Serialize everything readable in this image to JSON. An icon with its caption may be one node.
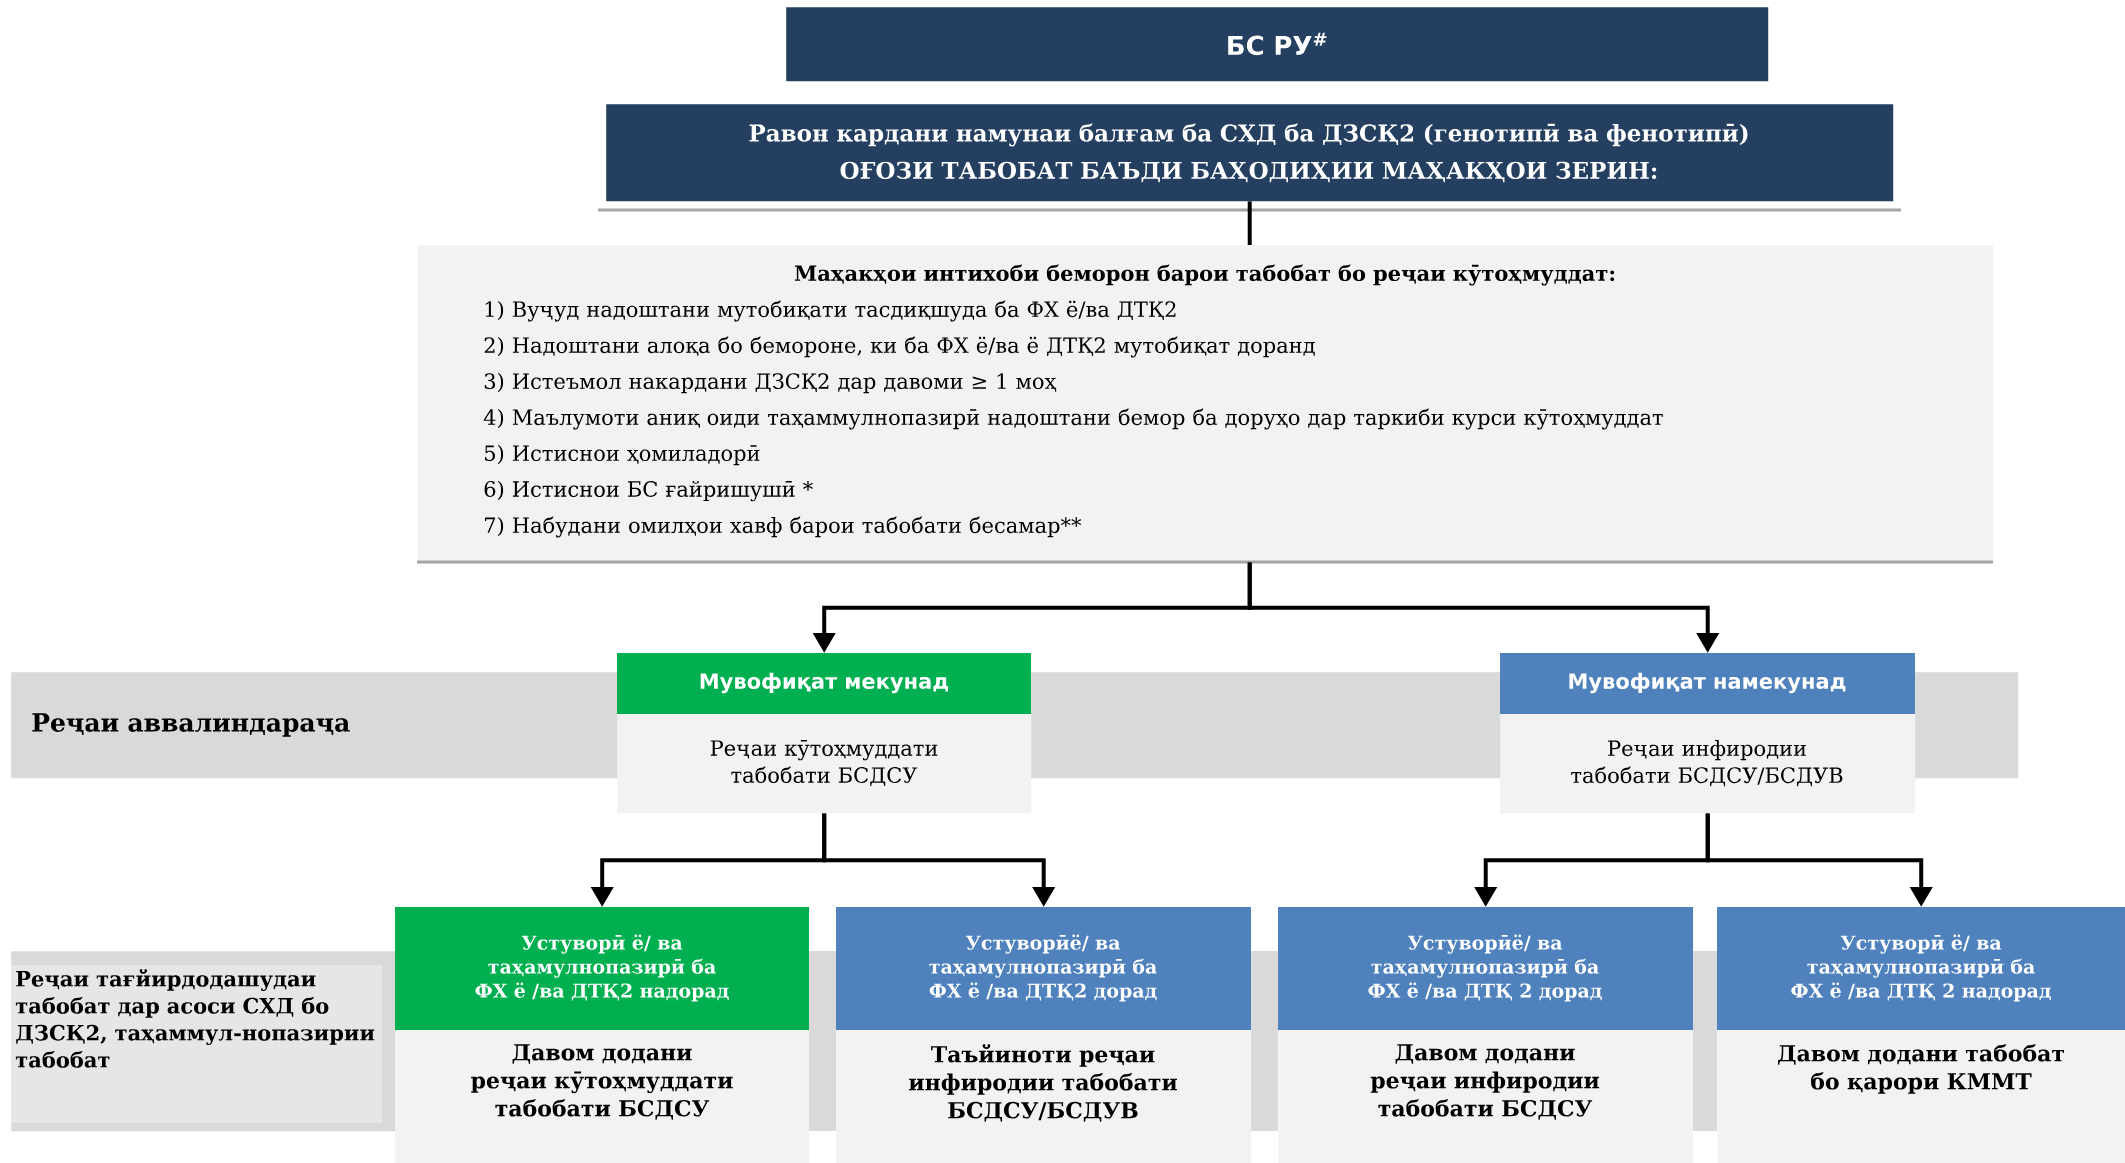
{
  "diagram": {
    "nodes": [
      {
        "text": [
          "БС РУ$^{#}$"
        ]
      },
      {
        "text": [
          "Равон кардани намунаи балғам ба СХД ба ДЗСҚ2 (генотипӣ ва фенотипӣ)",
          "ОҒОЗИ ТАБОБАТ БАЪДИ БАҲОДИҲИИ МАҲАКҲОИ ЗЕРИН:"
        ]
      },
      {
        "text": [
          "Маҳакҳои интихоби беморон барои табобат бо реҷаи кӯтоҳмуддат:",
          "1) Вуҷуд надоштани мутобиқати тасдиқшуда ба ФХ ё/ва ДТҚ2",
          "2) Надоштани алоқа бо бемороне, ки ба ФХ ё/ва ё ДТҚ2 мутобиқат доранд",
          "3) Истеъмол накардани ДЗСҚ2 дар давоми ≥ 1 моҳ",
          "4) Маълумоти аниқ оиди таҳаммулнопазирӣ надоштани бемор ба доруҳо дар таркиби курси кӯтоҳмуддат",
          "5) Истиснои ҳомиладорӣ",
          "6) Истиснои БС ғайришушӣ *",
          "7) Набудани омилҳои хавф барои табобати бесамар**"
        ]
      },
      {
        "text": [
          "Реҷаи аввалиндараҷа"
        ]
      },
      {
        "text": [
          "Мувофиқат мекунад",
          "Реҷаи кӯтоҳмуддати табобати БСДСУ"
        ]
      },
      {
        "text": [
          "Мувофиқат намекунад",
          "Реҷаи инфиродии табобати БСДСУ/БСДУВ"
        ]
      },
      {
        "text": [
          "Реҷаи тағйирдодашудаи табобат дар асоси СХД бо ДЗСҚ2, таҳаммул-нопазирии табобат"
        ]
      },
      {
        "text": [
          "Устуворӣ ё/ ва таҳамулнопазирӣ ба ФХ ё /ва ДТҚ2 надорад",
          "Давом додани реҷаи кӯтоҳмуддати табобати БСДСУ"
        ]
      },
      {
        "text": [
          "Устуворӣё/ ва таҳамулнопазирӣ ба ФХ ё /ва ДТҚ2 дорад",
          "Таъйиноти реҷаи инфиродии табобати БСДСУ/БСДУВ"
        ]
      },
      {
        "text": [
          "Устуворӣё/ ва таҳамулнопазирӣ ба ФХ ё /ва ДТҚ 2 дорад",
          "Давом додани реҷаи инфиродии табобати БСДСУ"
        ]
      },
      {
        "text": [
          "Устуворӣ ё/ ва таҳамулнопазирӣ ба ФХ ё /ва ДТҚ 2 надорад",
          "Давом додани табобат бо қарори КММТ"
        ]
      }
    ],
    "edges": [
      {
        "from": 1,
        "to": 2,
        "arrow": "none"
      },
      {
        "from": 2,
        "to": 4,
        "arrow": "to"
      },
      {
        "from": 2,
        "to": 5,
        "arrow": "to"
      },
      {
        "from": 4,
        "to": 7,
        "arrow": "to"
      },
      {
        "from": 4,
        "to": 8,
        "arrow": "to"
      },
      {
        "from": 5,
        "to": 9,
        "arrow": "to"
      },
      {
        "from": 5,
        "to": 10,
        "arrow": "to"
      }
    ]
  }
}
